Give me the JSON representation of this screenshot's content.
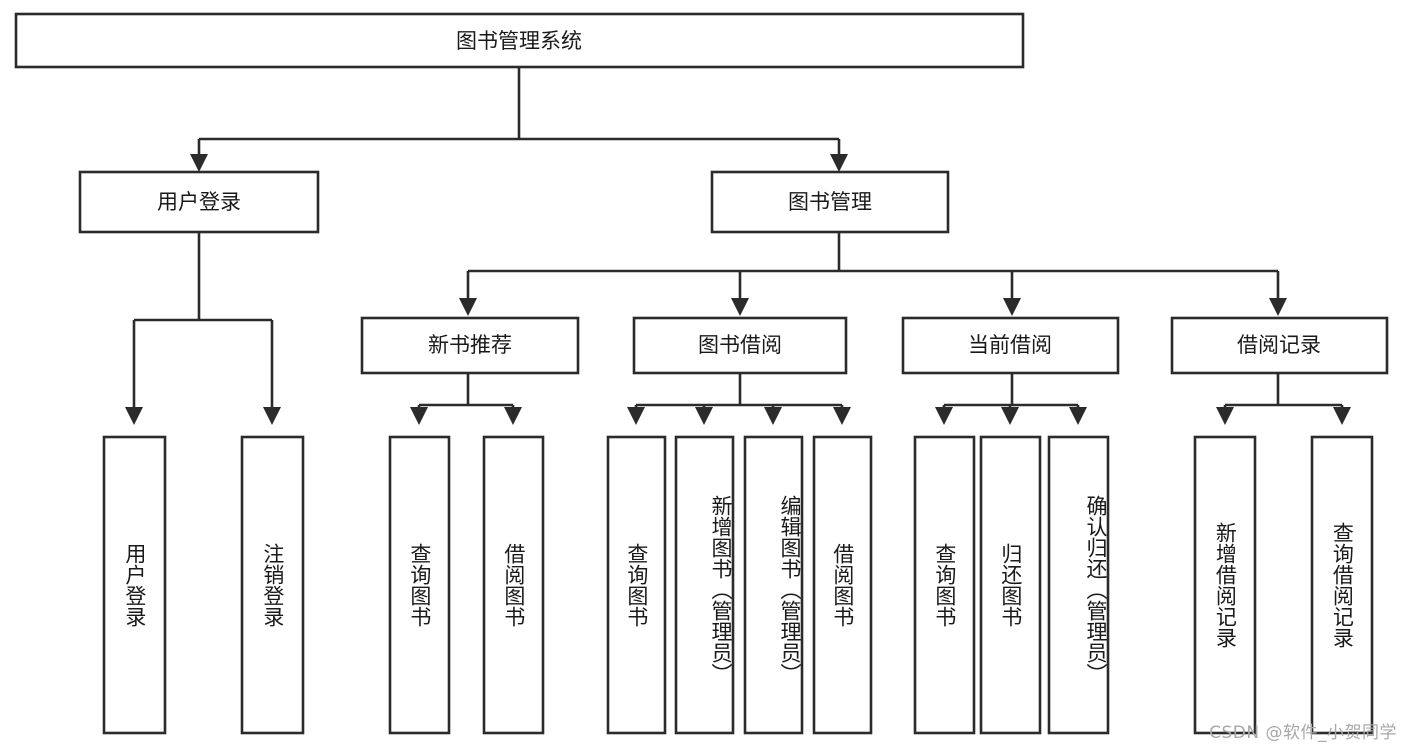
{
  "diagram": {
    "type": "tree-hierarchy",
    "title": "图书管理系统",
    "root": {
      "id": "root",
      "label": "图书管理系统",
      "orientation": "horizontal"
    },
    "level2": [
      {
        "id": "user-login",
        "label": "用户登录",
        "orientation": "horizontal"
      },
      {
        "id": "book-manage",
        "label": "图书管理",
        "orientation": "horizontal"
      }
    ],
    "level3": [
      {
        "id": "new-book-rec",
        "label": "新书推荐",
        "orientation": "horizontal",
        "parent": "book-manage"
      },
      {
        "id": "book-borrow",
        "label": "图书借阅",
        "orientation": "horizontal",
        "parent": "book-manage"
      },
      {
        "id": "current-borrow",
        "label": "当前借阅",
        "orientation": "horizontal",
        "parent": "book-manage"
      },
      {
        "id": "borrow-record",
        "label": "借阅记录",
        "orientation": "horizontal",
        "parent": "book-manage"
      }
    ],
    "leaves": [
      {
        "id": "leaf-user-login",
        "label": "用户登录",
        "parent": "user-login",
        "orientation": "vertical",
        "align": "center"
      },
      {
        "id": "leaf-user-logout",
        "label": "注销登录",
        "parent": "user-login",
        "orientation": "vertical",
        "align": "center"
      },
      {
        "id": "leaf-query-book-1",
        "label": "查询图书",
        "parent": "new-book-rec",
        "orientation": "vertical",
        "align": "center"
      },
      {
        "id": "leaf-borrow-book-1",
        "label": "借阅图书",
        "parent": "new-book-rec",
        "orientation": "vertical",
        "align": "center"
      },
      {
        "id": "leaf-query-book-2",
        "label": "查询图书",
        "parent": "book-borrow",
        "orientation": "vertical",
        "align": "center"
      },
      {
        "id": "leaf-add-book",
        "label": "新增图书（管理员）",
        "parent": "book-borrow",
        "orientation": "vertical",
        "align": "start"
      },
      {
        "id": "leaf-edit-book",
        "label": "编辑图书（管理员）",
        "parent": "book-borrow",
        "orientation": "vertical",
        "align": "start"
      },
      {
        "id": "leaf-borrow-book-2",
        "label": "借阅图书",
        "parent": "book-borrow",
        "orientation": "vertical",
        "align": "center"
      },
      {
        "id": "leaf-query-book-3",
        "label": "查询图书",
        "parent": "current-borrow",
        "orientation": "vertical",
        "align": "center"
      },
      {
        "id": "leaf-return-book",
        "label": "归还图书",
        "parent": "current-borrow",
        "orientation": "vertical",
        "align": "center"
      },
      {
        "id": "leaf-confirm-return",
        "label": "确认归还（管理员）",
        "parent": "current-borrow",
        "orientation": "vertical",
        "align": "start"
      },
      {
        "id": "leaf-add-record",
        "label": "新增借阅记录",
        "parent": "borrow-record",
        "orientation": "vertical",
        "align": "center"
      },
      {
        "id": "leaf-query-record",
        "label": "查询借阅记录",
        "parent": "borrow-record",
        "orientation": "vertical",
        "align": "center"
      }
    ],
    "colors": {
      "stroke": "#2b2b2b",
      "fill": "#ffffff",
      "text": "#1a1a1a",
      "watermark": "#a8a8a8"
    }
  },
  "watermark": {
    "text": "CSDN @软件_小贺同学"
  }
}
